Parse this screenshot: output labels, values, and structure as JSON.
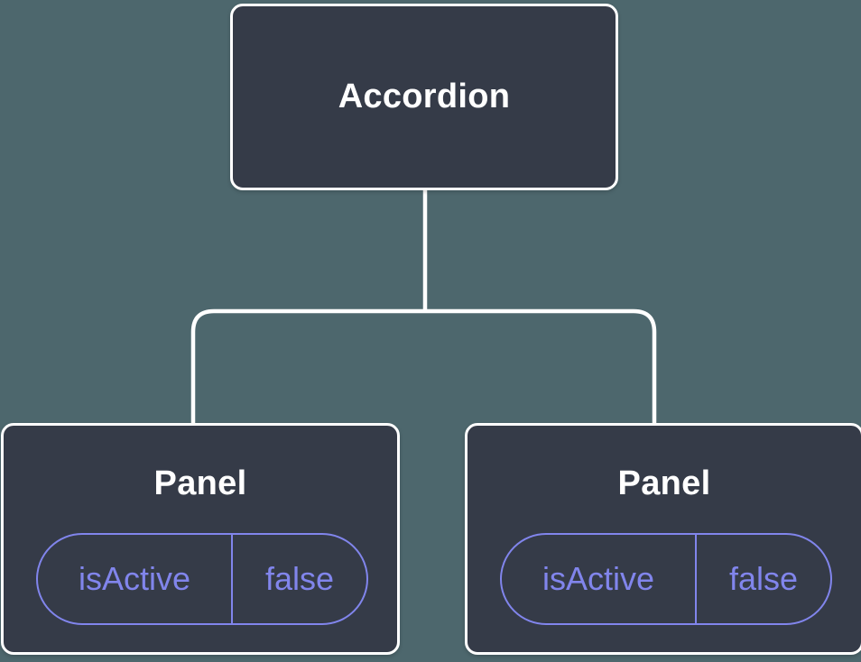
{
  "colors": {
    "background": "#4D676D",
    "node_fill": "#353B48",
    "node_border": "#FFFFFF",
    "accent": "#8185EC",
    "label_text": "#FFFFFF"
  },
  "tree": {
    "root": {
      "label": "Accordion"
    },
    "children": [
      {
        "label": "Panel",
        "prop_name": "isActive",
        "prop_value": "false"
      },
      {
        "label": "Panel",
        "prop_name": "isActive",
        "prop_value": "false"
      }
    ]
  }
}
